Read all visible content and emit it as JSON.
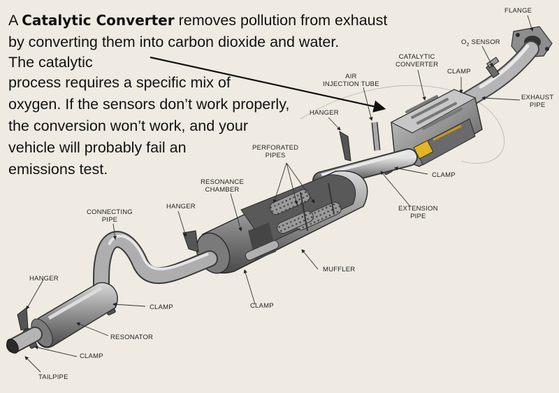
{
  "intro": {
    "prefix": "A ",
    "term": "Catalytic Converter",
    "line1_rest": " removes pollution from exhaust",
    "line2": "by converting them into carbon dioxide and water.",
    "line3": "The catalytic",
    "line4": "process requires a specific mix of",
    "line5": "oxygen.  If the sensors don’t work properly,",
    "line6": "the conversion won’t work, and your",
    "line7": "vehicle will probably fail an",
    "line8": "emissions test."
  },
  "labels": {
    "flange": "FLANGE",
    "o2_sensor_prefix": "O",
    "o2_sensor_sub": "2",
    "o2_sensor_rest": " SENSOR",
    "catalytic_converter_1": "CATALYTIC",
    "catalytic_converter_2": "CONVERTER",
    "clamp_top": "CLAMP",
    "air_injection_1": "AIR",
    "air_injection_2": "INJECTION TUBE",
    "exhaust_pipe_1": "EXHAUST",
    "exhaust_pipe_2": "PIPE",
    "hanger_top": "HANGER",
    "perforated_1": "PERFORATED",
    "perforated_2": "PIPES",
    "clamp_mid": "CLAMP",
    "resonance_1": "RESONANCE",
    "resonance_2": "CHAMBER",
    "hanger_mid": "HANGER",
    "extension_1": "EXTENSION",
    "extension_2": "PIPE",
    "connecting_1": "CONNECTING",
    "connecting_2": "PIPE",
    "muffler": "MUFFLER",
    "hanger_left": "HANGER",
    "clamp_left": "CLAMP",
    "clamp_bottom_mid": "CLAMP",
    "resonator": "RESONATOR",
    "clamp_bottom": "CLAMP",
    "tailpipe": "TAILPIPE"
  }
}
